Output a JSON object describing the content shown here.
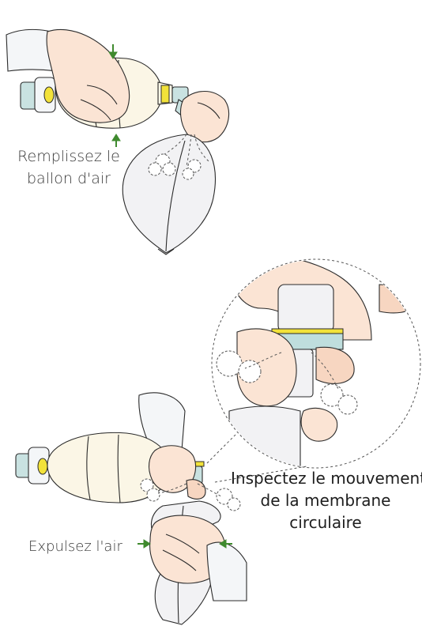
{
  "labels": {
    "fill_bag_line1": "Remplissez le",
    "fill_bag_line2": "ballon d'air",
    "inspect_line1": "Inspectez le mouvement",
    "inspect_line2": "de la membrane",
    "inspect_line3": "circulaire",
    "expel_air": "Expulsez l'air"
  },
  "colors": {
    "arrow": "#3f8a2e",
    "valve_yellow": "#f2e23a",
    "skin": "#fbe4d4",
    "bag": "#fbf6e6"
  }
}
